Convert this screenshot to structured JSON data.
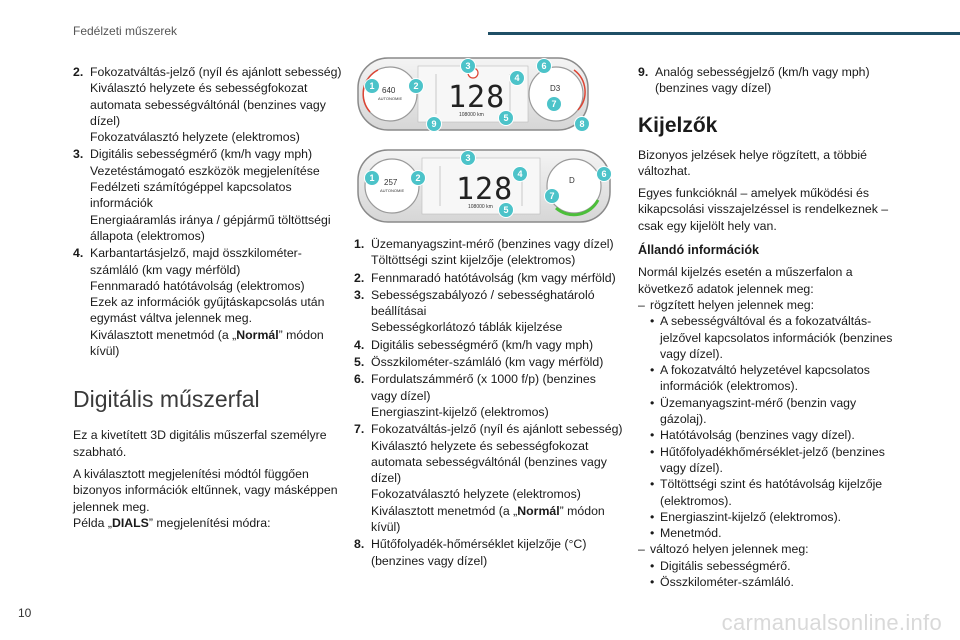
{
  "header": {
    "title": "Fedélzeti műszerek"
  },
  "page_number": "10",
  "watermark": "carmanualsonline.info",
  "col1": {
    "items": [
      {
        "num": "2.",
        "lines": [
          "Fokozatváltás-jelző (nyíl és ajánlott sebesség)",
          "Kiválasztó helyzete és sebességfokozat automata sebességváltónál (benzines vagy dízel)",
          "Fokozatválasztó helyzete (elektromos)"
        ]
      },
      {
        "num": "3.",
        "lines": [
          "Digitális sebességmérő (km/h vagy mph)",
          "Vezetéstámogató eszközök megjelenítése",
          "Fedélzeti számítógéppel kapcsolatos információk",
          "Energiaáramlás iránya / gépjármű töltöttségi állapota (elektromos)"
        ]
      },
      {
        "num": "4.",
        "lines": [
          "Karbantartásjelző, majd összkilométer-számláló (km vagy mérföld)",
          "Fennmaradó hatótávolság (elektromos)",
          "Ezek az információk gyűjtáskapcsolás után egymást váltva jelennek meg."
        ],
        "last_pre": "Kiválasztott menetmód (a „",
        "last_bold": "Normál",
        "last_post": "” módon kívül)"
      }
    ],
    "section_title": "Digitális műszerfal",
    "para1": "Ez a kivetített 3D digitális műszerfal személyre szabható.",
    "para2": "A kiválasztott megjelenítési módtól függően bizonyos információk eltűnnek, vagy másképpen jelennek meg.",
    "para3_pre": "Példa „",
    "para3_bold": "DIALS",
    "para3_post": "” megjelenítési módra:"
  },
  "cluster1": {
    "speed": "128",
    "odometer": "108000 km",
    "range": "640",
    "range_unit": "AUTONOMIE",
    "mode": "D3",
    "callouts": [
      "1",
      "2",
      "3",
      "4",
      "5",
      "6",
      "7",
      "8",
      "9"
    ]
  },
  "cluster2": {
    "speed": "128",
    "odometer": "108000 km",
    "range": "257",
    "range_unit": "AUTONOMIE",
    "mode": "D",
    "callouts": [
      "1",
      "2",
      "3",
      "4",
      "5",
      "6",
      "7"
    ]
  },
  "col2": {
    "items": [
      {
        "num": "1.",
        "lines": [
          "Üzemanyagszint-mérő (benzines vagy dízel)",
          "Töltöttségi szint kijelzője (elektromos)"
        ]
      },
      {
        "num": "2.",
        "lines": [
          "Fennmaradó hatótávolság (km vagy mérföld)"
        ]
      },
      {
        "num": "3.",
        "lines": [
          "Sebességszabályozó / sebességhatároló beállításai",
          "Sebességkorlátozó táblák kijelzése"
        ]
      },
      {
        "num": "4.",
        "lines": [
          "Digitális sebességmérő (km/h vagy mph)"
        ]
      },
      {
        "num": "5.",
        "lines": [
          "Összkilométer-számláló (km vagy mérföld)"
        ]
      },
      {
        "num": "6.",
        "lines": [
          "Fordulatszámmérő (x 1000 f/p) (benzines vagy dízel)",
          "Energiaszint-kijelző (elektromos)"
        ]
      },
      {
        "num": "7.",
        "lines": [
          "Fokozatváltás-jelző (nyíl és ajánlott sebesség)",
          "Kiválasztó helyzete és sebességfokozat automata sebességváltónál (benzines vagy dízel)",
          "Fokozatválasztó helyzete (elektromos)"
        ],
        "last_pre": "Kiválasztott menetmód (a „",
        "last_bold": "Normál",
        "last_post": "” módon kívül)"
      },
      {
        "num": "8.",
        "lines": [
          "Hűtőfolyadék-hőmérséklet kijelzője (°C) (benzines vagy dízel)"
        ]
      }
    ]
  },
  "col3": {
    "item9_num": "9.",
    "item9_text": "Analóg sebességjelző (km/h vagy mph) (benzines vagy dízel)",
    "section_title": "Kijelzők",
    "para1": "Bizonyos jelzések helye rögzített, a többié változhat.",
    "para2": "Egyes funkcióknál – amelyek működési és kikapcsolási visszajelzéssel is rendelkeznek – csak egy kijelölt hely van.",
    "sub_title": "Állandó információk",
    "para3": "Normál kijelzés esetén a műszerfalon a következő adatok jelennek meg:",
    "dash1": "rögzített helyen jelennek meg:",
    "bullets1": [
      "A sebességváltóval és a fokozatváltás-jelzővel kapcsolatos információk (benzines vagy dízel).",
      "A fokozatváltó helyzetével kapcsolatos információk (elektromos).",
      "Üzemanyagszint-mérő (benzin vagy gázolaj).",
      "Hatótávolság (benzines vagy dízel).",
      "Hűtőfolyadékhőmérséklet-jelző (benzines vagy dízel).",
      "Töltöttségi szint és hatótávolság kijelzője (elektromos).",
      "Energiaszint-kijelző (elektromos).",
      "Menetmód."
    ],
    "dash2": "változó helyen jelennek meg:",
    "bullets2": [
      "Digitális sebességmérő.",
      "Összkilométer-számláló."
    ]
  }
}
